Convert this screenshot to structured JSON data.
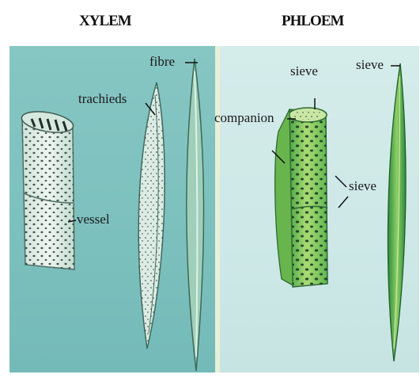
{
  "headings": {
    "left": "XYLEM",
    "right": "PHLOEM"
  },
  "labels": {
    "fibre": "fibre",
    "trachieds": "trachieds",
    "vessel": "vessel",
    "sieve_top": "sieve",
    "sieve_right": "sieve",
    "companion": "companion",
    "sieve_side": "sieve"
  },
  "colors": {
    "xylem_bg": "#7fc2c0",
    "phloem_bg": "#cfe9e8",
    "xylem_cell": "#e3eee8",
    "phloem_cell": "#7fc95a",
    "phloem_dark": "#2f7a3a"
  }
}
